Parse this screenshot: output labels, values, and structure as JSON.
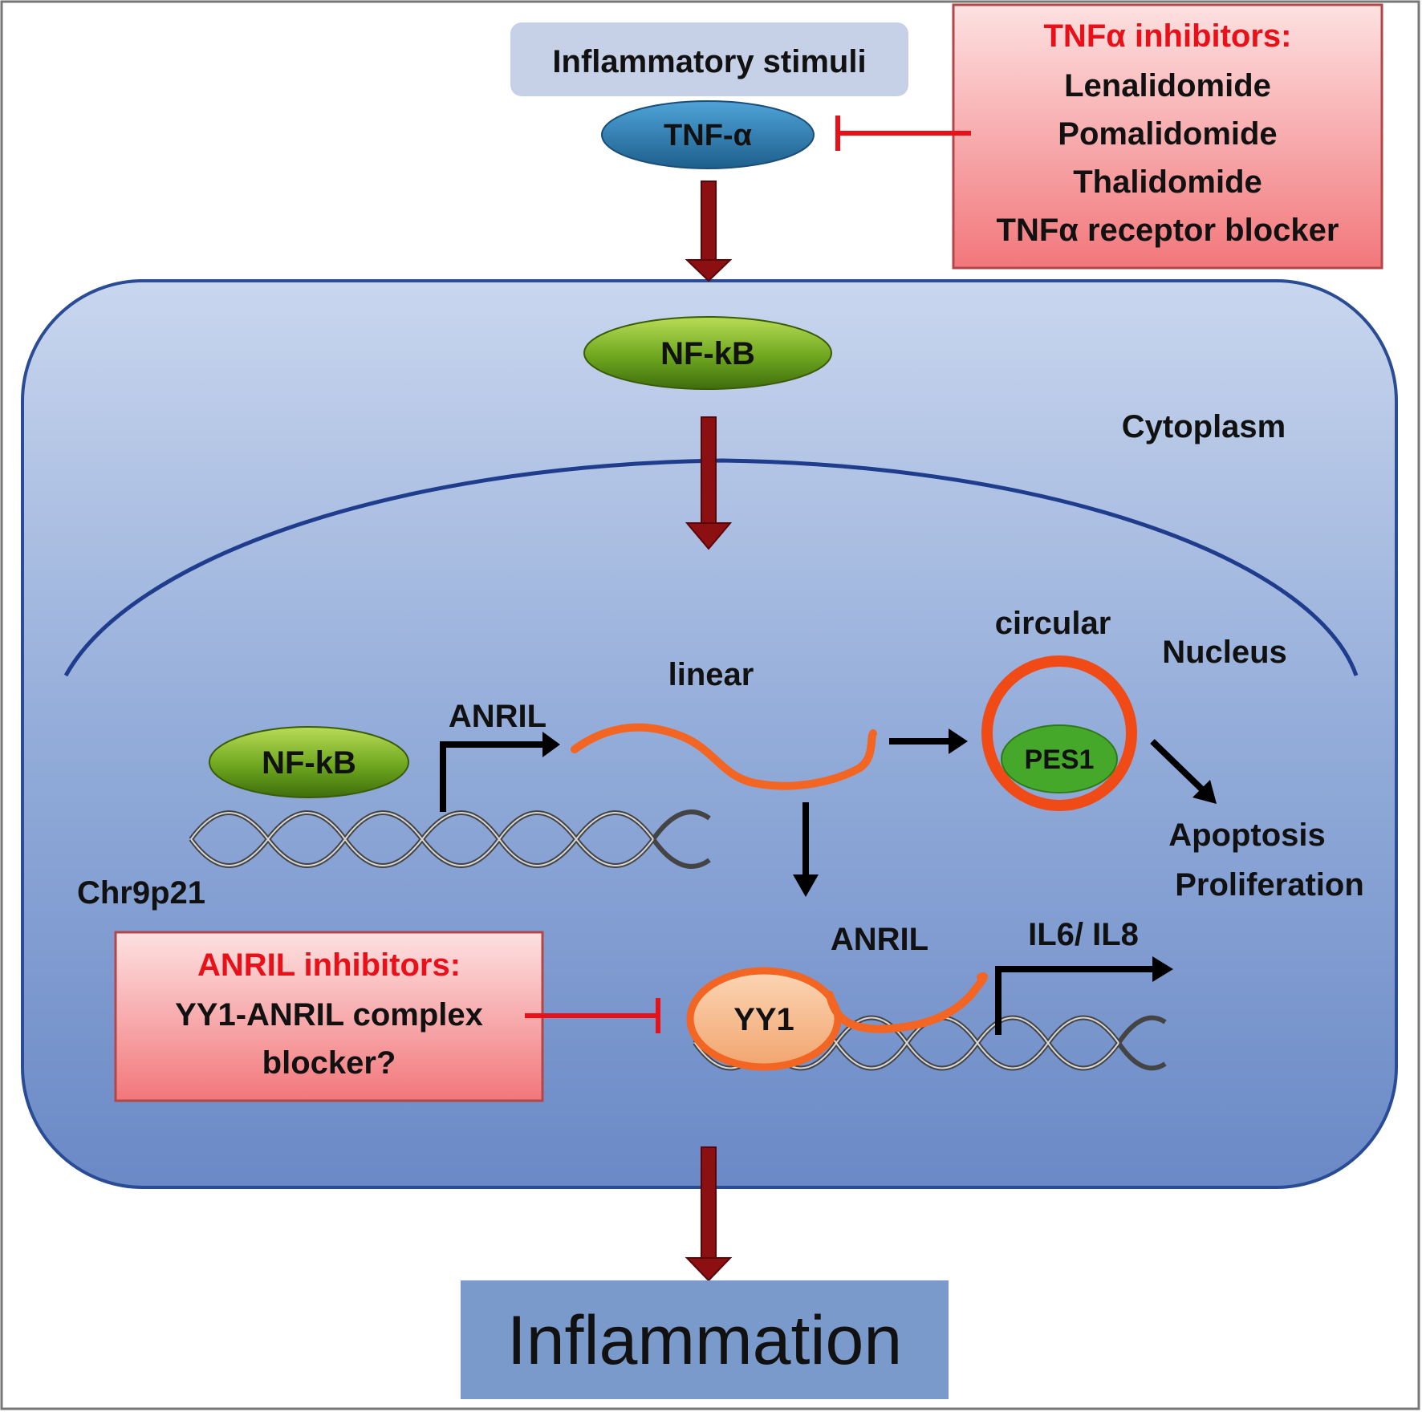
{
  "stimuli_label": "Inflammatory stimuli",
  "tnf_label": "TNF-α",
  "tnf_inhibitors": {
    "title": "TNFα inhibitors:",
    "items": [
      "Lenalidomide",
      "Pomalidomide",
      "Thalidomide",
      "TNFα receptor blocker"
    ]
  },
  "nfkb_cytoplasm_label": "NF-kB",
  "cytoplasm_label": "Cytoplasm",
  "nucleus_label": "Nucleus",
  "circular_label": "circular",
  "linear_label": "linear",
  "anril_gene_label": "ANRIL",
  "nfkb_nucleus_label": "NF-kB",
  "chr_label": "Chr9p21",
  "pes1_label": "PES1",
  "outcomes": [
    "Apoptosis",
    "Proliferation"
  ],
  "anril_complex_label": "ANRIL",
  "il_label": "IL6/ IL8",
  "yy1_label": "YY1",
  "anril_inhibitors": {
    "title": "ANRIL inhibitors:",
    "lines": [
      "YY1-ANRIL complex",
      "blocker?"
    ]
  },
  "inflammation_label": "Inflammation",
  "colors": {
    "inhibitor_red": "#e8111a",
    "inhibitor_box": "#f47f82",
    "arrow_dark_red": "#8c0f12",
    "rna_orange": "#f26522",
    "cell_blue": "#6f8fca",
    "tnf_blue": "#2a6f9c",
    "nfkb_green": "#6a9a1a",
    "inflammation_box": "#7b9acc"
  }
}
